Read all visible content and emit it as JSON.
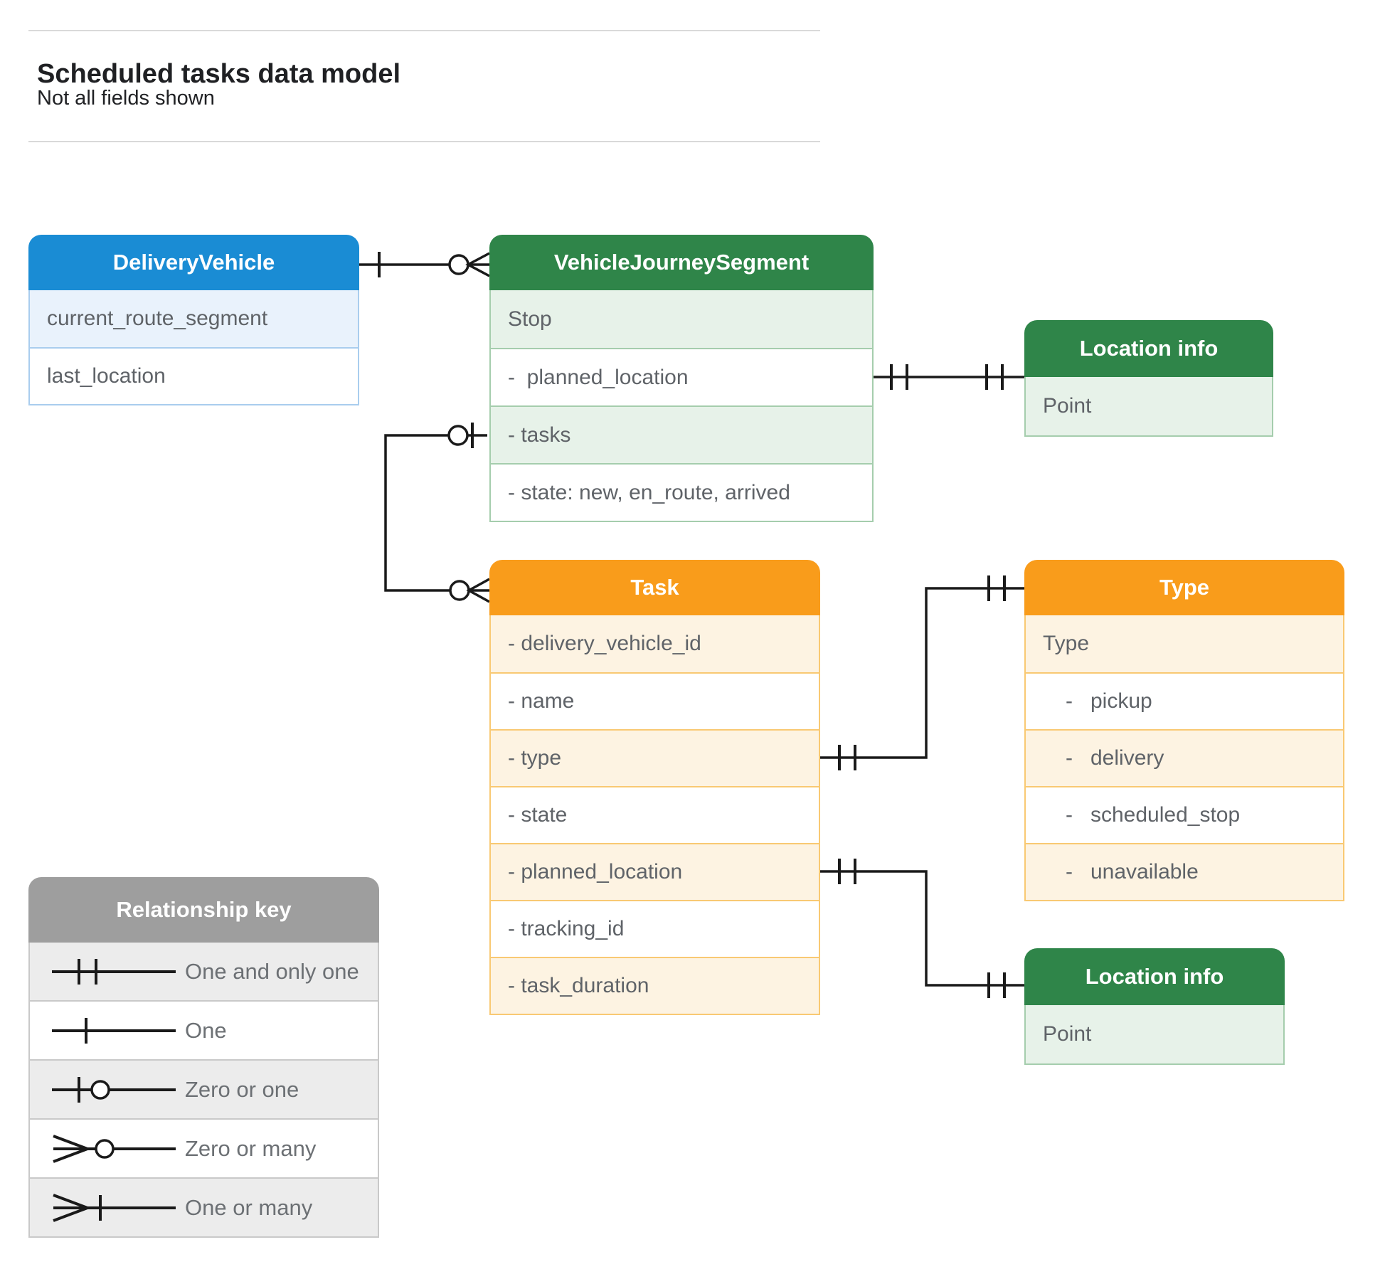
{
  "page": {
    "title": "Scheduled tasks data model",
    "subtitle": "Not all fields shown"
  },
  "colors": {
    "blue_header": "#1a8cd4",
    "blue_row_tint": "#e9f2fc",
    "green_header": "#2f8549",
    "green_row_tint": "#e7f2e9",
    "orange_header": "#f99c1b",
    "orange_row_tint": "#fdf3e2",
    "legend_header": "#9e9e9e",
    "legend_row_tint": "#ececec",
    "row_text": "#5f6368",
    "connector": "#1a1a1a"
  },
  "entities": [
    {
      "id": "delivery-vehicle",
      "title": "DeliveryVehicle",
      "theme": "blue",
      "fields": [
        {
          "label": "current_route_segment",
          "tint": true
        },
        {
          "label": "last_location",
          "tint": false
        }
      ]
    },
    {
      "id": "vehicle-journey-segment",
      "title": "VehicleJourneySegment",
      "theme": "green",
      "fields": [
        {
          "label": "Stop",
          "tint": true
        },
        {
          "label": "-  planned_location",
          "tint": false
        },
        {
          "label": "- tasks",
          "tint": true
        },
        {
          "label": "- state: new, en_route, arrived",
          "tint": false
        }
      ]
    },
    {
      "id": "location-info-top",
      "title": "Location info",
      "theme": "green",
      "fields": [
        {
          "label": "Point",
          "tint": true
        }
      ]
    },
    {
      "id": "task",
      "title": "Task",
      "theme": "orange",
      "fields": [
        {
          "label": "- delivery_vehicle_id",
          "tint": true
        },
        {
          "label": "- name",
          "tint": false
        },
        {
          "label": "- type",
          "tint": true
        },
        {
          "label": "- state",
          "tint": false
        },
        {
          "label": "- planned_location",
          "tint": true
        },
        {
          "label": "- tracking_id",
          "tint": false
        },
        {
          "label": "- task_duration",
          "tint": true
        }
      ]
    },
    {
      "id": "type",
      "title": "Type",
      "theme": "orange",
      "fields": [
        {
          "label": "Type",
          "tint": true
        },
        {
          "label": "-   pickup",
          "tint": false,
          "indent": true
        },
        {
          "label": "-   delivery",
          "tint": true,
          "indent": true
        },
        {
          "label": "-   scheduled_stop",
          "tint": false,
          "indent": true
        },
        {
          "label": "-   unavailable",
          "tint": true,
          "indent": true
        }
      ]
    },
    {
      "id": "location-info-bottom",
      "title": "Location info",
      "theme": "green",
      "fields": [
        {
          "label": "Point",
          "tint": true
        }
      ]
    }
  ],
  "legend": {
    "title": "Relationship key",
    "items": [
      {
        "symbol": "one-and-only-one",
        "label": "One and only one"
      },
      {
        "symbol": "one",
        "label": "One"
      },
      {
        "symbol": "zero-or-one",
        "label": "Zero or one"
      },
      {
        "symbol": "zero-or-many",
        "label": "Zero or many"
      },
      {
        "symbol": "one-or-many",
        "label": "One or many"
      }
    ]
  },
  "relationships": [
    {
      "from": "DeliveryVehicle",
      "to": "VehicleJourneySegment",
      "from_card": "one",
      "to_card": "zero-or-many"
    },
    {
      "from": "VehicleJourneySegment.planned_location",
      "to": "Location info (top)",
      "from_card": "one-and-only-one",
      "to_card": "one-and-only-one"
    },
    {
      "from": "VehicleJourneySegment.tasks",
      "to": "Task",
      "from_card": "zero-or-one",
      "to_card": "zero-or-many"
    },
    {
      "from": "Task.type",
      "to": "Type",
      "from_card": "one-and-only-one",
      "to_card": "one-and-only-one"
    },
    {
      "from": "Task.planned_location",
      "to": "Location info (bottom)",
      "from_card": "one-and-only-one",
      "to_card": "one-and-only-one"
    }
  ]
}
